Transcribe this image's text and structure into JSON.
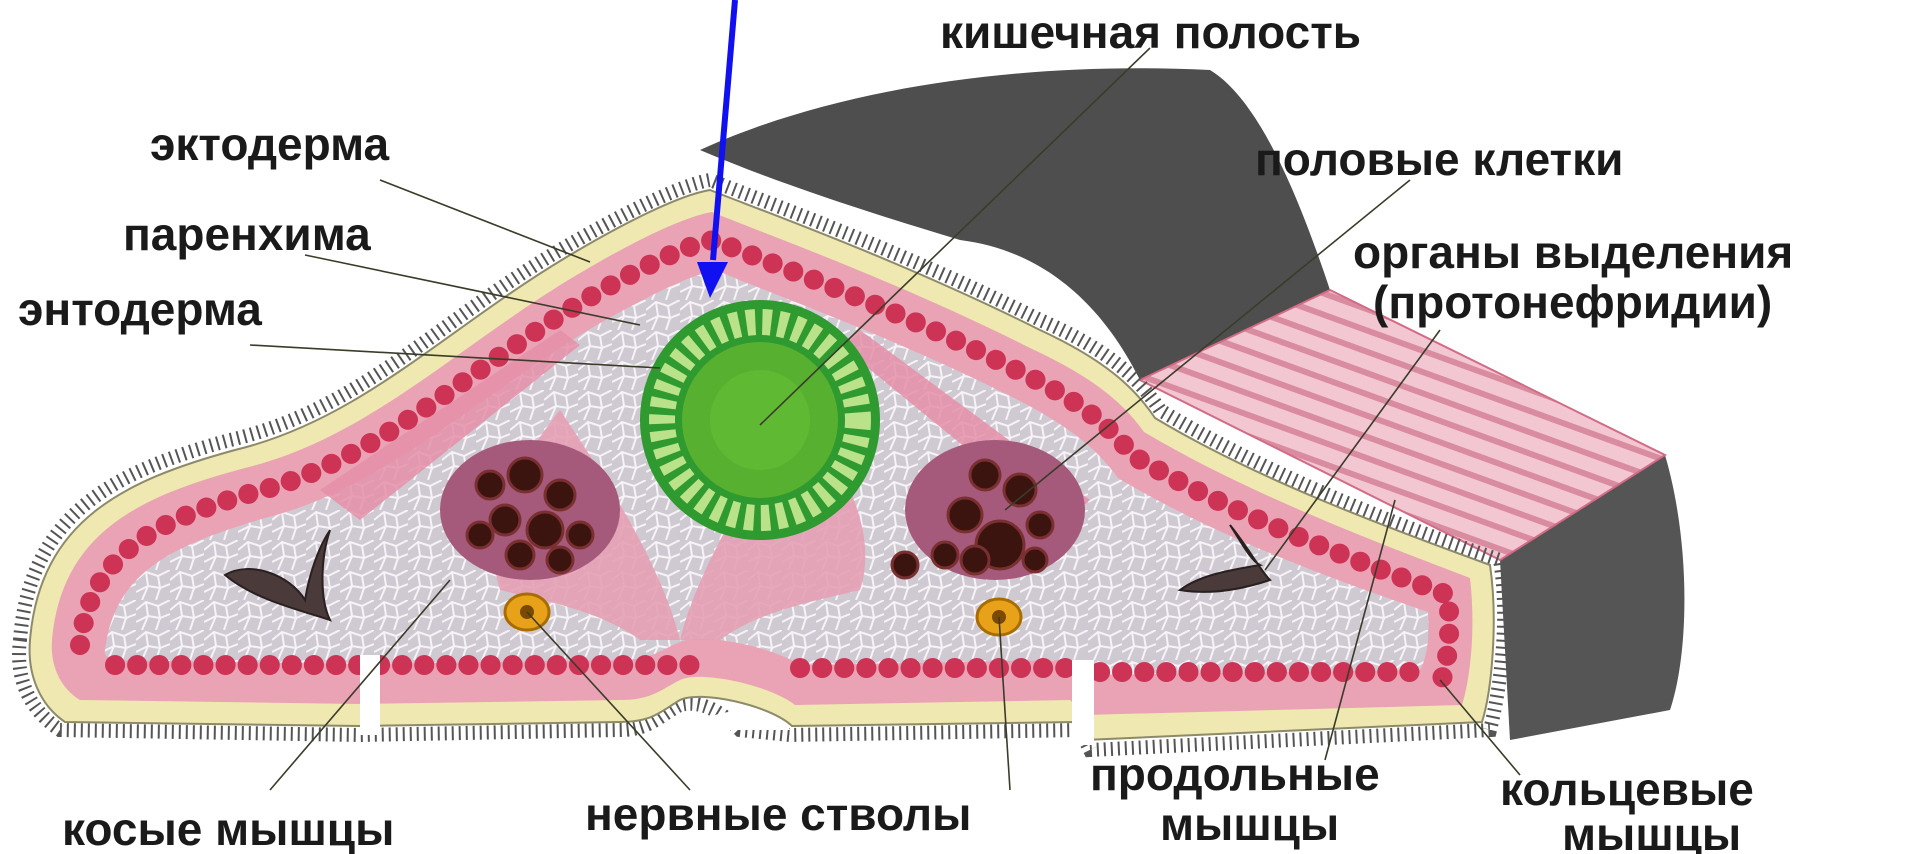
{
  "diagram": {
    "labels": {
      "gut_cavity": "кишечная полость",
      "ectoderm": "эктодерма",
      "parenchyma": "паренхима",
      "endoderm": "энтодерма",
      "sex_cells": "половые клетки",
      "excretory_1": "органы выделения",
      "excretory_2": "(протонефридии)",
      "oblique_muscles": "косые мышцы",
      "nerve_trunks": "нервные стволы",
      "longitudinal_1": "продольные",
      "longitudinal_2": "мышцы",
      "circular_1": "кольцевые",
      "circular_2": "мышцы"
    },
    "colors": {
      "pointer_arrow": "#1010f0",
      "ectoderm": "#efe8b0",
      "circular_muscle": "#e9a3b5",
      "muscle_cells": "#cc3355",
      "parenchyma": "#c9c3cc",
      "gut": "#3aa63a",
      "gut_lumen": "#6fc23c",
      "sex_cells": "#5a1f1a",
      "nerve_trunk": "#e8a21a",
      "cilia": "#444444"
    }
  }
}
